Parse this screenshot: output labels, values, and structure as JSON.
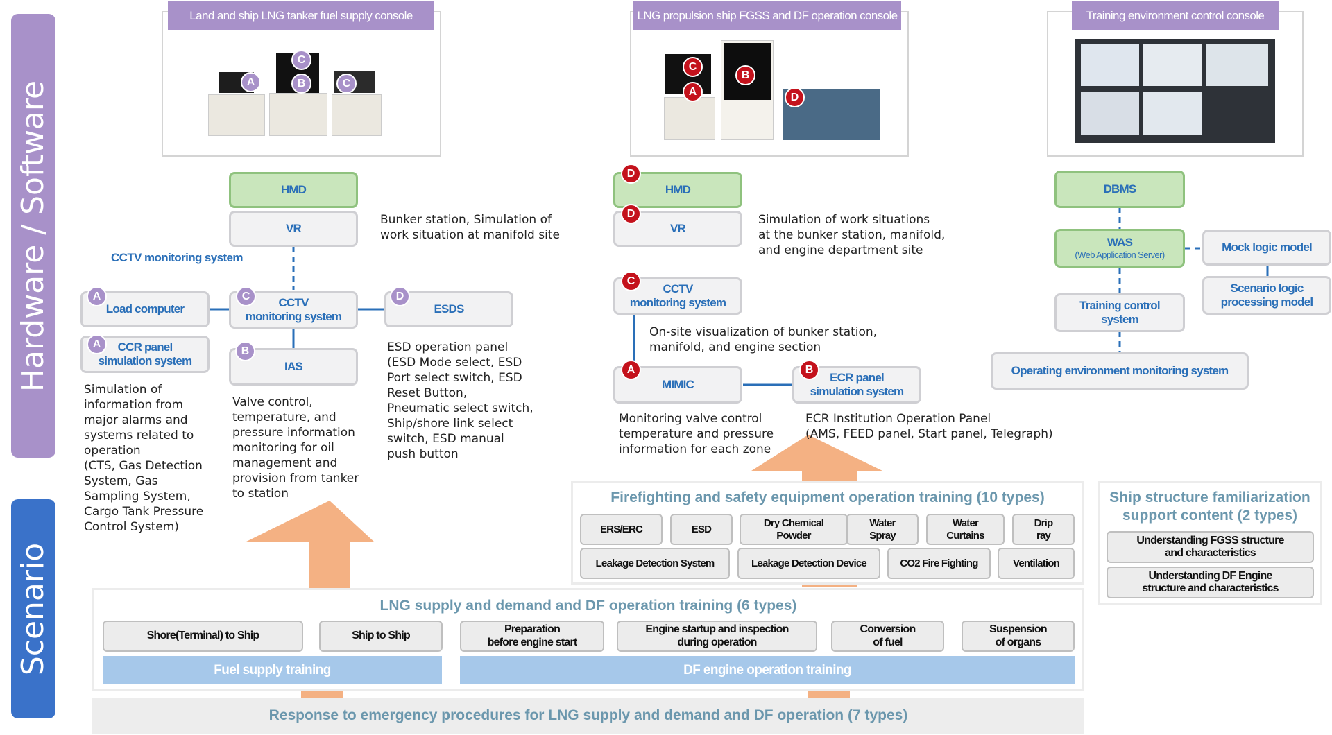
{
  "side": {
    "hw": "Hardware / Software",
    "scenario": "Scenario"
  },
  "colors": {
    "purple": "#a891c9",
    "red_badge": "#c4121c",
    "hw_green": "#c9e6bc",
    "box_text": "#2a6fb8",
    "scenario_blue": "#3a72c9",
    "arrow": "#f4b183",
    "bar_blue": "#a6c8ea"
  },
  "consoles": {
    "c1": {
      "title": "Land and ship LNG tanker fuel supply console",
      "badges": [
        "A",
        "B",
        "C",
        "C"
      ]
    },
    "c2": {
      "title": "LNG propulsion ship FGSS and DF operation console",
      "badges": [
        "C",
        "A",
        "B",
        "D"
      ]
    },
    "c3": {
      "title": "Training environment control console"
    }
  },
  "s1": {
    "hmd": "HMD",
    "vr": "VR",
    "vr_note": "Bunker station, Simulation of\nwork situation at manifold site",
    "cctv_label": "CCTV monitoring system",
    "load_computer": {
      "badge": "A",
      "label": "Load computer"
    },
    "cctv": {
      "badge": "C",
      "label": "CCTV\nmonitoring system"
    },
    "esds": {
      "badge": "D",
      "label": "ESDS"
    },
    "ccr": {
      "badge": "A",
      "label": "CCR panel\nsimulation system"
    },
    "ias": {
      "badge": "B",
      "label": "IAS"
    },
    "note_a": "Simulation of\ninformation from\nmajor alarms and\nsystems related to\noperation\n(CTS, Gas Detection\nSystem, Gas\nSampling System,\nCargo Tank Pressure\nControl System)",
    "note_b": "Valve control,\ntemperature, and\npressure information\nmonitoring for oil\nmanagement and\nprovision from tanker\nto station",
    "note_d": "ESD operation panel\n(ESD Mode select, ESD\nPort select switch, ESD\nReset Button,\nPneumatic select switch,\nShip/shore link select\nswitch, ESD manual\npush button"
  },
  "s2": {
    "hmd": {
      "badge": "D",
      "label": "HMD"
    },
    "vr": {
      "badge": "D",
      "label": "VR"
    },
    "vr_note": "Simulation of work situations\nat the bunker station, manifold,\nand engine department site",
    "cctv": {
      "badge": "C",
      "label": "CCTV\nmonitoring system"
    },
    "cctv_note": "On-site visualization of bunker station,\nmanifold, and engine section",
    "mimic": {
      "badge": "A",
      "label": "MIMIC"
    },
    "ecr": {
      "badge": "B",
      "label": "ECR panel\nsimulation system"
    },
    "mimic_note": "Monitoring valve control\ntemperature and pressure\ninformation for each zone",
    "ecr_note": "ECR Institution Operation Panel\n(AMS, FEED panel, Start panel, Telegraph)"
  },
  "s3": {
    "dbms": "DBMS",
    "was": "WAS",
    "was_sub": "(Web Application Server)",
    "mock": "Mock logic model",
    "scenario_model": "Scenario logic\nprocessing model",
    "training_control": "Training control\nsystem",
    "env_monitor": "Operating environment monitoring system"
  },
  "fire": {
    "title": "Firefighting and safety equipment operation training (10 types)",
    "row1": [
      "ERS/ERC",
      "ESD",
      "Dry Chemical\nPowder",
      "Water\nSpray",
      "Water\nCurtains",
      "Drip\nray"
    ],
    "row2": [
      "Leakage Detection System",
      "Leakage Detection Device",
      "CO2 Fire Fighting",
      "Ventilation"
    ]
  },
  "ship": {
    "title": "Ship structure familiarization\nsupport content (2 types)",
    "items": [
      "Understanding FGSS structure\nand characteristics",
      "Understanding DF Engine\nstructure and characteristics"
    ]
  },
  "lng": {
    "title": "LNG supply and demand and DF operation training (6 types)",
    "items": [
      "Shore(Terminal) to Ship",
      "Ship to Ship",
      "Preparation\nbefore engine start",
      "Engine startup and inspection\nduring operation",
      "Conversion\nof fuel",
      "Suspension\nof organs"
    ],
    "fuel_bar": "Fuel supply training",
    "df_bar": "DF engine operation training"
  },
  "emergency": "Response to emergency procedures for LNG supply and demand and DF operation (7 types)"
}
